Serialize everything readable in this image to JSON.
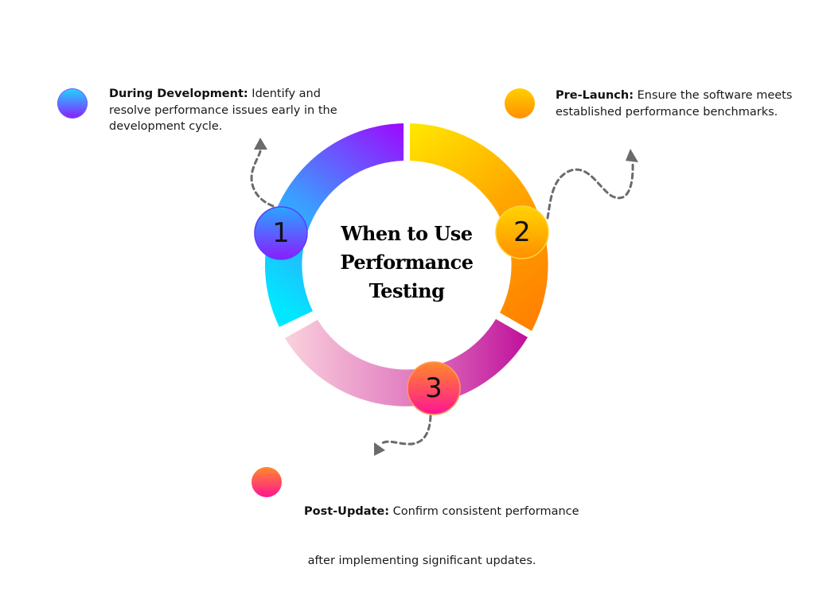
{
  "diagram": {
    "title_lines": [
      "When to Use",
      "Performance",
      "Testing"
    ],
    "steps": [
      {
        "number": "1",
        "label": "During Development:",
        "text_line1": " Identify and",
        "text_line2": "resolve performance issues early in the",
        "text_line3": "development cycle.",
        "colors": {
          "start": "#1fd8ff",
          "end": "#8a1cff"
        }
      },
      {
        "number": "2",
        "label": "Pre-Launch:",
        "text_line1": " Ensure the software meets",
        "text_line2": "established performance benchmarks.",
        "colors": {
          "start": "#ffe000",
          "end": "#ff8a00"
        }
      },
      {
        "number": "3",
        "label": "Post-Update:",
        "text_line1": " Confirm consistent performance",
        "text_line2": " after implementing significant updates.",
        "colors": {
          "start": "#ff8a3d",
          "end": "#ff1493"
        }
      }
    ],
    "ring_colors": {
      "segment1": [
        "#00e5ff",
        "#3aa0ff",
        "#9b10ff"
      ],
      "segment2": [
        "#ffe600",
        "#ff9a00",
        "#ff8400"
      ],
      "segment3": [
        "#f9c6d6",
        "#e27ac0",
        "#c0129a"
      ]
    },
    "arrow_color": "#6b6b6b"
  }
}
